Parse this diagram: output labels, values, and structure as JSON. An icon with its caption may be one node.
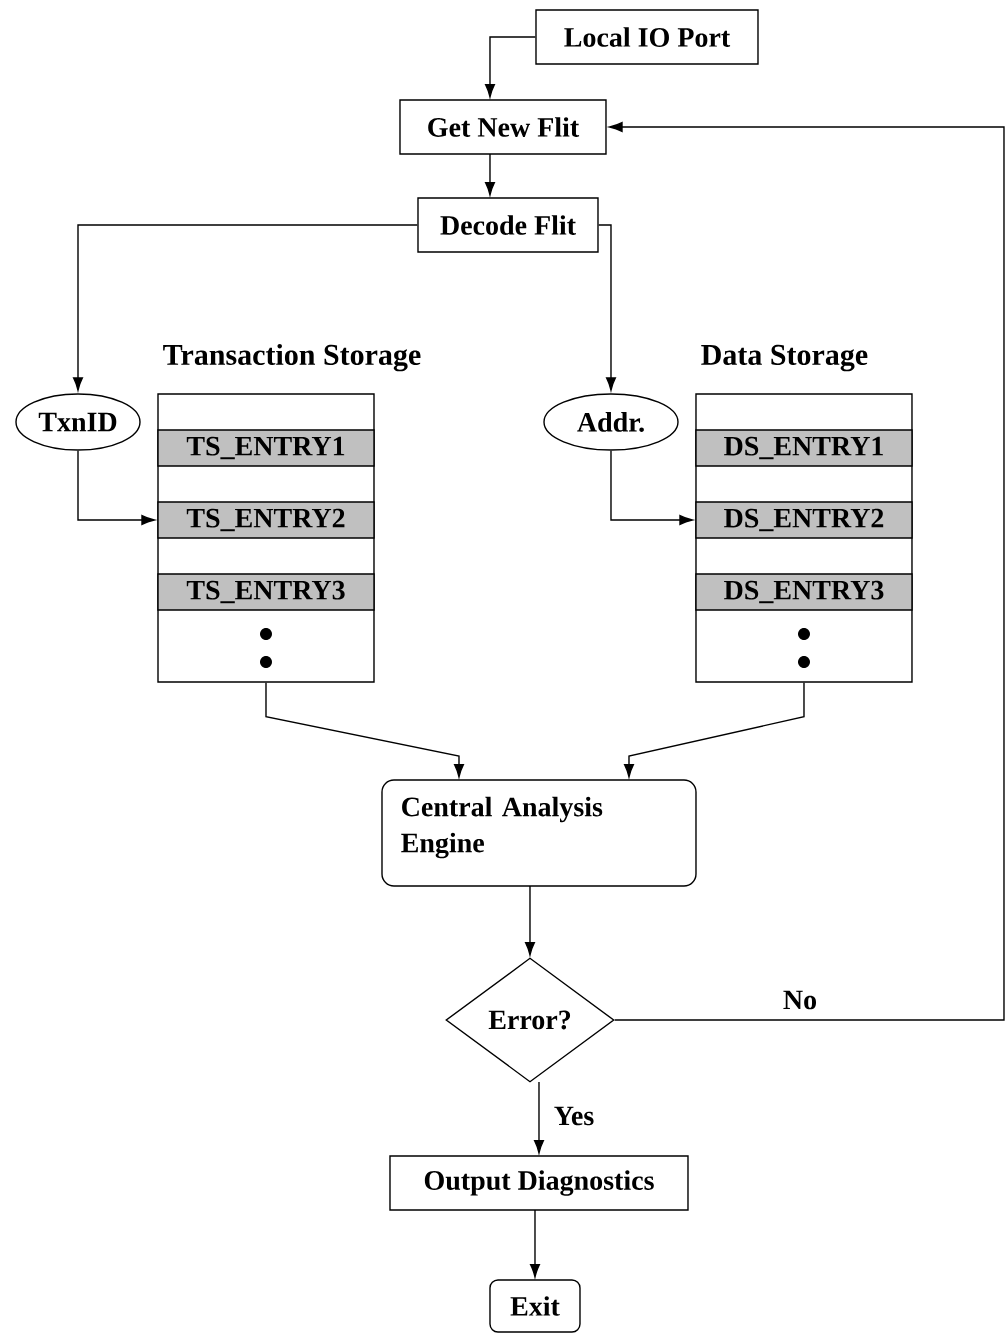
{
  "diagram": {
    "nodes": [
      {
        "text": [
          "Local IO Port"
        ]
      },
      {
        "text": [
          "Get New Flit"
        ]
      },
      {
        "text": [
          "Decode Flit"
        ]
      },
      {
        "text": [
          "Transaction Storage"
        ]
      },
      {
        "text": [
          "TS_ENTRY1"
        ],
        "in": 3
      },
      {
        "text": [
          "TS_ENTRY2"
        ],
        "in": 3
      },
      {
        "text": [
          "TS_ENTRY3"
        ],
        "in": 3
      },
      {
        "text": [
          "TxnID"
        ]
      },
      {
        "text": [
          "Data Storage"
        ]
      },
      {
        "text": [
          "DS_ENTRY1"
        ],
        "in": 8
      },
      {
        "text": [
          "DS_ENTRY2"
        ],
        "in": 8
      },
      {
        "text": [
          "DS_ENTRY3"
        ],
        "in": 8
      },
      {
        "text": [
          "Addr."
        ]
      },
      {
        "text": [
          "Central Analysis Engine"
        ]
      },
      {
        "text": [
          "Error?"
        ]
      },
      {
        "text": [
          "Output Diagnostics"
        ]
      },
      {
        "text": [
          "Exit"
        ]
      }
    ],
    "edges": [
      {
        "from": 0,
        "to": 1,
        "arrow": "to"
      },
      {
        "from": 1,
        "to": 2,
        "arrow": "to"
      },
      {
        "from": 2,
        "to": 7,
        "arrow": "to"
      },
      {
        "from": 2,
        "to": 12,
        "arrow": "to"
      },
      {
        "from": 7,
        "to": 5,
        "arrow": "to"
      },
      {
        "from": 12,
        "to": 10,
        "arrow": "to"
      },
      {
        "from": 3,
        "to": 13,
        "arrow": "to"
      },
      {
        "from": 8,
        "to": 13,
        "arrow": "to"
      },
      {
        "from": 13,
        "to": 14,
        "arrow": "to"
      },
      {
        "from": 14,
        "to": 1,
        "arrow": "to",
        "label": "No"
      },
      {
        "from": 14,
        "to": 15,
        "arrow": "to",
        "label": "Yes"
      },
      {
        "from": 15,
        "to": 16,
        "arrow": "to"
      }
    ]
  }
}
